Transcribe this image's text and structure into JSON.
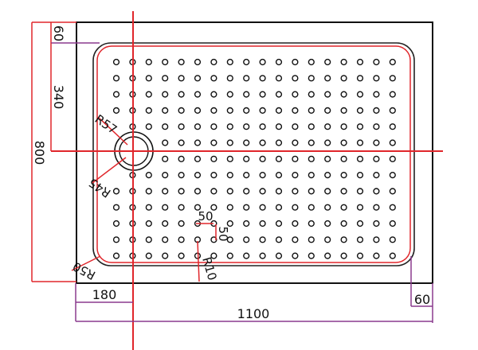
{
  "drawing": {
    "title": "",
    "colors": {
      "outline": "#111111",
      "inner_outline": "#222222",
      "red_dimension": "#e0262b",
      "purple_dimension": "#8a3a8e",
      "holes": "#111111",
      "background": "#ffffff"
    },
    "dimensions": {
      "overall_width": "1100",
      "overall_height": "800",
      "top_offset": "60",
      "drain_vertical": "340",
      "drain_horizontal": "180",
      "right_offset": "60",
      "hole_spacing_h": "50",
      "hole_spacing_v": "50"
    },
    "radius_labels": {
      "r57": "R57",
      "r45": "R45",
      "r50": "R50",
      "r10": "R10"
    },
    "hole_grid": {
      "columns": 18,
      "rows": 13
    }
  }
}
